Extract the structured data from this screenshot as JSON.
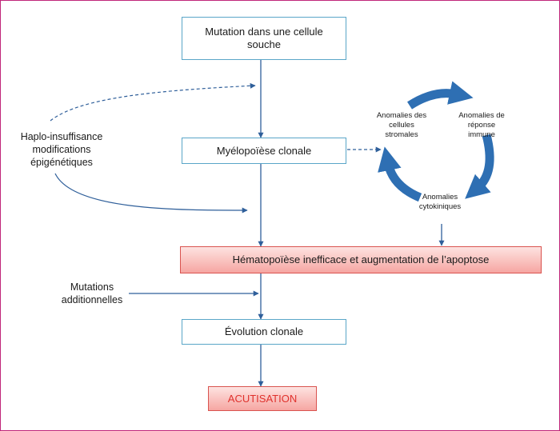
{
  "colors": {
    "frame_border": "#c0267a",
    "box_border_blue": "#5aa6c8",
    "box_border_red": "#d9534f",
    "arrow": "#2f5f9a",
    "cycle_arrow": "#2e6fb3",
    "acutisation_text": "#e0312c"
  },
  "boxes": {
    "mutation": "Mutation dans une cellule souche",
    "myelopoiese": "Myélopoïèse clonale",
    "hematopoiese": "Hématopoïèse inefficace et augmentation de l’apoptose",
    "evolution": "Évolution clonale",
    "acutisation": "ACUTISATION"
  },
  "labels": {
    "haplo": "Haplo-insuffisance modifications épigénétiques",
    "mutations_add": "Mutations additionnelles"
  },
  "cycle": {
    "stromal": "Anomalies des cellules stromales",
    "immune": "Anomalies de réponse immune",
    "cytokinic": "Anomalies cytokiniques"
  }
}
